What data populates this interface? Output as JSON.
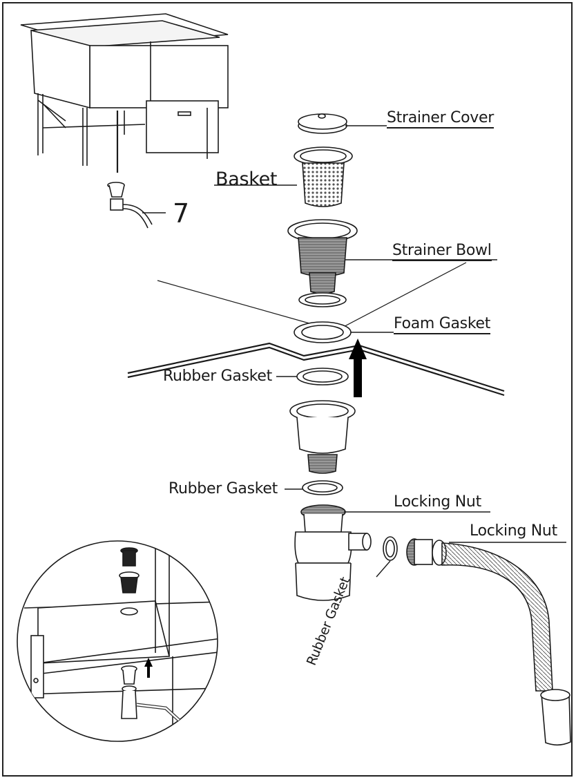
{
  "labels": {
    "strainer_cover": "Strainer Cover",
    "basket": "Basket",
    "strainer_bowl": "Strainer Bowl",
    "foam_gasket": "Foam Gasket",
    "rubber_gasket_upper": "Rubber Gasket",
    "rubber_gasket_lower": "Rubber Gasket",
    "locking_nut_upper": "Locking Nut",
    "locking_nut_right": "Locking Nut",
    "rubber_gasket_rotated": "Rubber Gasket",
    "callout_number": "7"
  },
  "colors": {
    "line": "#1a1a1a",
    "mesh": "#8a8a8a",
    "arrow": "#000000"
  }
}
